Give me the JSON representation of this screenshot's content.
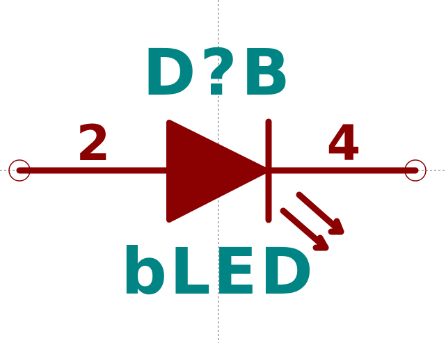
{
  "symbol": {
    "reference": "D?B",
    "value": "bLED",
    "pins": {
      "left": {
        "number": "2"
      },
      "right": {
        "number": "4"
      }
    }
  },
  "colors": {
    "body": "#8b0000",
    "text": "#008484",
    "crosshair": "#6b6b6b",
    "background": "#ffffff"
  }
}
